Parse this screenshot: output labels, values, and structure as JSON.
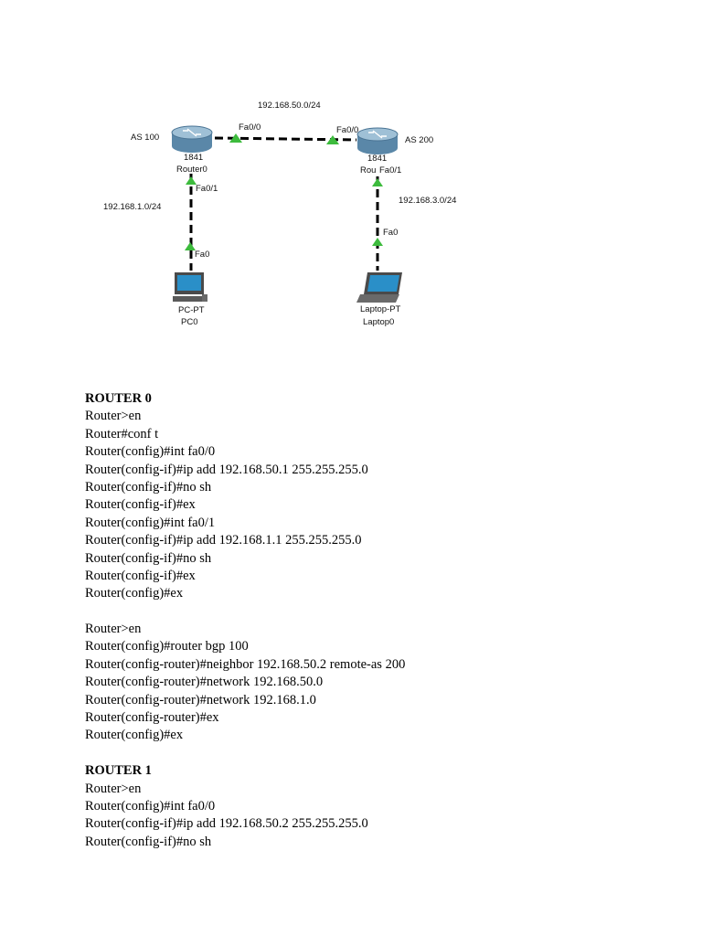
{
  "diagram": {
    "labels": {
      "net_wan": "192.168.50.0/24",
      "as_left": "AS 100",
      "as_right": "AS 200",
      "r0_fa00": "Fa0/0",
      "r1_fa00": "Fa0/0",
      "r0_model": "1841",
      "r0_name": "Router0",
      "r1_model": "1841",
      "r1_name": "Rou",
      "r1_fa01": "Fa0/1",
      "r0_fa01": "Fa0/1",
      "net_left": "192.168.1.0/24",
      "net_right": "192.168.3.0/24",
      "pc_fa0": "Fa0",
      "laptop_fa0": "Fa0",
      "pc_type": "PC-PT",
      "pc_name": "PC0",
      "laptop_type": "Laptop-PT",
      "laptop_name": "Laptop0"
    },
    "colors": {
      "router_body": "#5a87a8",
      "router_top": "#9fc0d6",
      "link": "#000000",
      "port_up": "#3dbb3d",
      "screen": "#2a8fc8"
    }
  },
  "config": {
    "router0": {
      "heading": "ROUTER 0",
      "lines": [
        "Router>en",
        "Router#conf t",
        "Router(config)#int fa0/0",
        "Router(config-if)#ip add 192.168.50.1 255.255.255.0",
        "Router(config-if)#no sh",
        "Router(config-if)#ex",
        "Router(config)#int fa0/1",
        "Router(config-if)#ip add 192.168.1.1 255.255.255.0",
        "Router(config-if)#no sh",
        "Router(config-if)#ex",
        "Router(config)#ex"
      ],
      "bgp_lines": [
        "Router>en",
        "Router(config)#router bgp 100",
        "Router(config-router)#neighbor 192.168.50.2 remote-as 200",
        "Router(config-router)#network 192.168.50.0",
        "Router(config-router)#network 192.168.1.0",
        "Router(config-router)#ex",
        "Router(config)#ex"
      ]
    },
    "router1": {
      "heading": "ROUTER 1",
      "lines": [
        "Router>en",
        "Router(config)#int fa0/0",
        "Router(config-if)#ip add 192.168.50.2 255.255.255.0",
        "Router(config-if)#no sh"
      ]
    }
  }
}
